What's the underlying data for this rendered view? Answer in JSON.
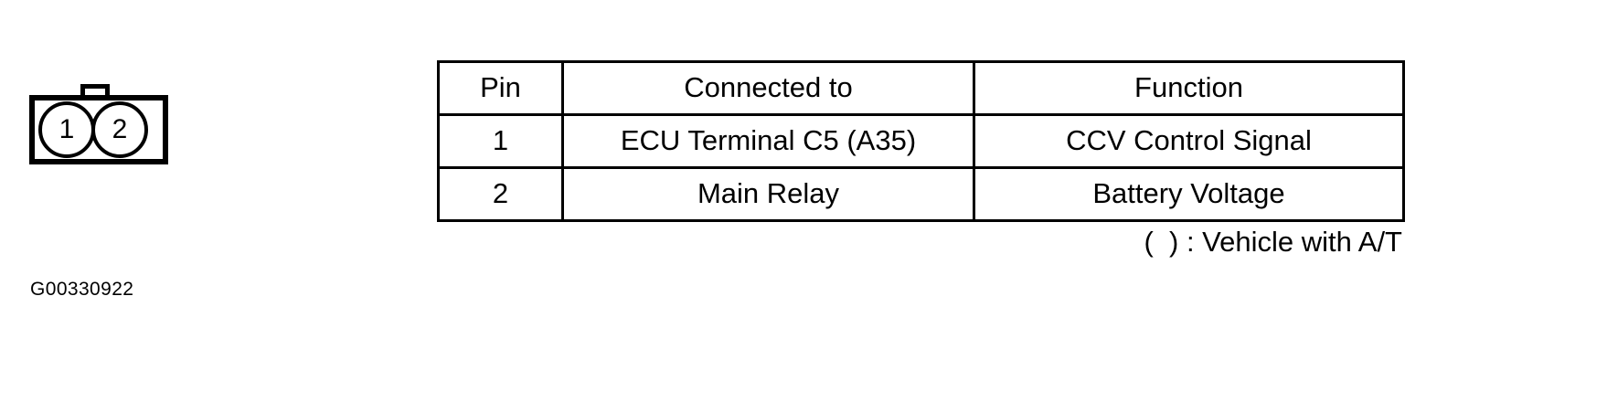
{
  "connector": {
    "tab_name": "locking-tab",
    "pins": [
      {
        "number": "1"
      },
      {
        "number": "2"
      }
    ]
  },
  "table": {
    "headers": [
      "Pin",
      "Connected to",
      "Function"
    ],
    "rows": [
      {
        "pin": "1",
        "connected_to": "ECU Terminal C5 (A35)",
        "function": "CCV Control Signal"
      },
      {
        "pin": "2",
        "connected_to": "Main Relay",
        "function": "Battery Voltage"
      }
    ]
  },
  "footnote": "(  ) : Vehicle with A/T",
  "reference_code": "G00330922",
  "colors": {
    "ink": "#000000",
    "background": "#ffffff"
  }
}
